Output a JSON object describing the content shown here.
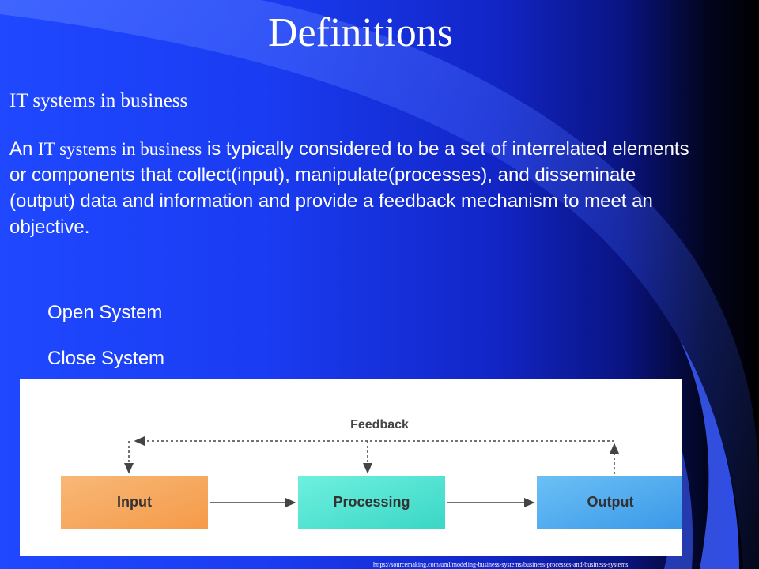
{
  "slide": {
    "title": "Definitions",
    "subheading": "IT systems  in business",
    "body": {
      "lead": "An ",
      "term": "IT systems  in business",
      "rest": " is typically considered to be a set of interrelated elements or components that collect(input), manipulate(processes),  and disseminate (output) data and information and provide a feedback mechanism to meet an objective."
    },
    "items": [
      "Open System",
      "Close System"
    ],
    "diagram": {
      "feedback_label": "Feedback",
      "boxes": [
        {
          "label": "Input",
          "color": "#f5a65a"
        },
        {
          "label": "Processing",
          "color": "#4fe0cf"
        },
        {
          "label": "Output",
          "color": "#4aa8ee"
        }
      ]
    },
    "source": "https://sourcemaking.com/uml/modeling-business-systems/business-processes-and-business-systems"
  }
}
